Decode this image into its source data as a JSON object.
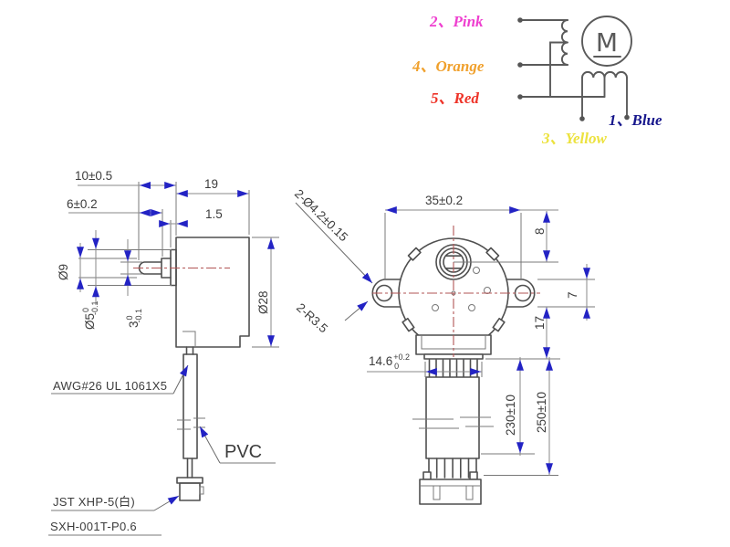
{
  "wiring": {
    "labels": [
      {
        "text": "2、Pink",
        "color": "#ee3fcf"
      },
      {
        "text": "4、Orange",
        "color": "#f0a02c"
      },
      {
        "text": "5、Red",
        "color": "#ee3328"
      },
      {
        "text": "1、Blue",
        "color": "#17178c"
      },
      {
        "text": "3、Yellow",
        "color": "#ece23e"
      }
    ],
    "motor_symbol": "M"
  },
  "side_view": {
    "dims": {
      "shaft_length": "10±0.5",
      "body_depth": "19",
      "shaft_flat_length": "6±0.2",
      "plate_thickness": "1.5",
      "boss_dia": "Ø9",
      "shaft_dia": {
        "value": "Ø5",
        "tol_top": "0",
        "tol_bottom": "-0.1"
      },
      "shaft_flat_width": {
        "value": "3",
        "tol_top": "0",
        "tol_bottom": "-0.1"
      },
      "body_dia": "Ø28"
    },
    "labels": {
      "wire_spec": "AWG#26 UL 1061X5",
      "sleeve": "PVC",
      "connector_type": "JST XHP-5(白)",
      "terminal_type": "SXH-001T-P0.6"
    }
  },
  "front_view": {
    "dims": {
      "mounting_pitch": "35±0.2",
      "mounting_holes": "2-Ø4.2±0.15",
      "ear_radius": "2-R3.5",
      "boss_offset": "8",
      "ear_width": "7",
      "body_to_cable": "17",
      "cable_width": {
        "value": "14.6",
        "tol_top": "+0.2",
        "tol_bottom": "0"
      },
      "cable_length": "230±10",
      "total_length": "250±10"
    }
  },
  "colors": {
    "dimension_arrow": "#2323c4",
    "centerline_red": "#b25555",
    "outline_gray": "#4f4f4f"
  }
}
